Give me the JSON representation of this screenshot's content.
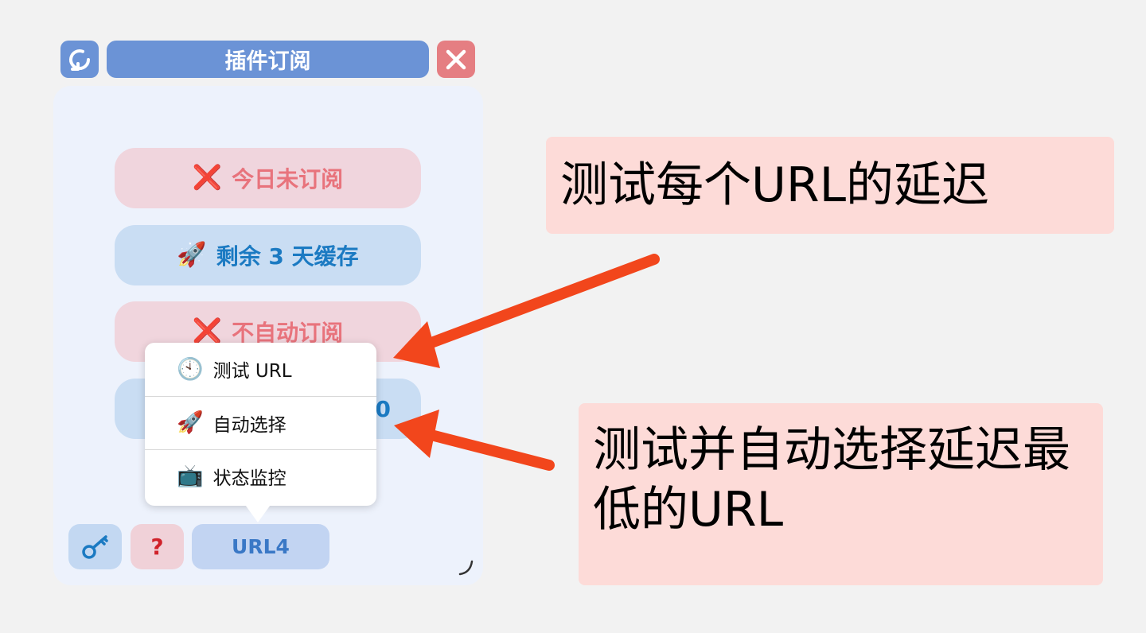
{
  "window": {
    "title": "插件订阅"
  },
  "status_rows": [
    {
      "icon": "❌",
      "label": "今日未订阅"
    },
    {
      "icon": "🚀",
      "label": "剩余 3 天缓存"
    },
    {
      "icon": "❌",
      "label": "不自动订阅"
    },
    {
      "label": "0"
    }
  ],
  "menu": {
    "items": [
      {
        "icon": "🕙",
        "label": "测试 URL"
      },
      {
        "icon": "🚀",
        "label": "自动选择"
      },
      {
        "icon": "📺",
        "label": "状态监控"
      }
    ]
  },
  "bottom": {
    "help_label": "?",
    "url_label": "URL4"
  },
  "annotations": {
    "note1": "测试每个URL的延迟",
    "note2": "测试并自动选择延迟最低的URL"
  },
  "colors": {
    "title_blue": "#6b93d6",
    "close_red": "#e57e82",
    "arrow": "#f2461c",
    "note_bg": "#fddbd8"
  }
}
